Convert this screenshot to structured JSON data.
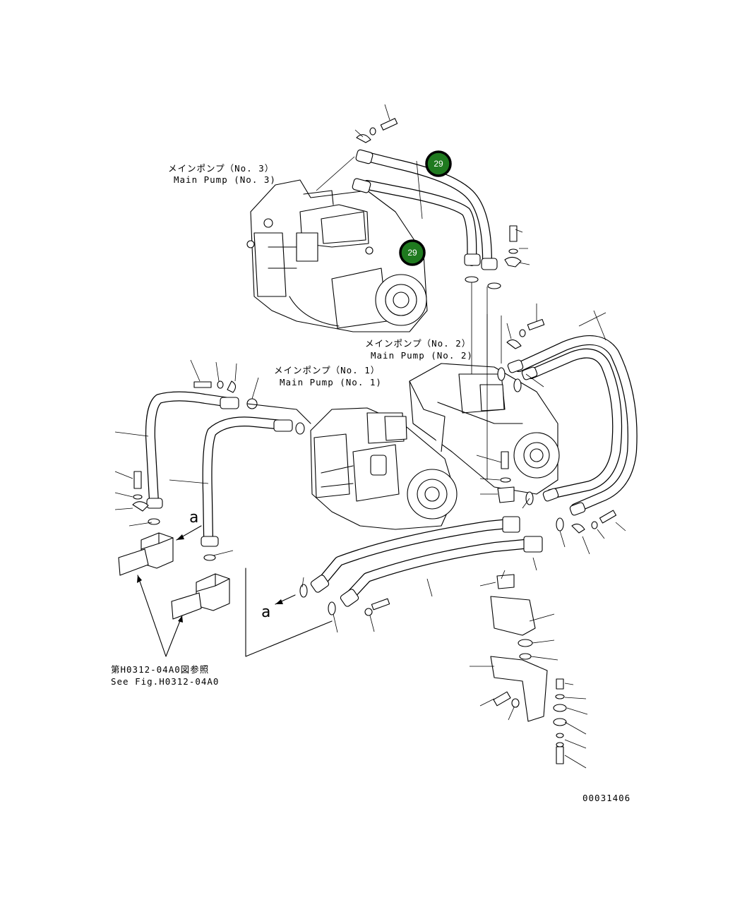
{
  "labels": {
    "pump3_jp": "メインポンプ（No. 3）",
    "pump3_en": "Main Pump (No. 3)",
    "pump2_jp": "メインポンプ（No. 2）",
    "pump2_en": "Main Pump (No. 2)",
    "pump1_jp": "メインポンプ（No. 1）",
    "pump1_en": "Main Pump (No. 1)",
    "ref_jp": "第H0312-04A0図参照",
    "ref_en": "See Fig.H0312-04A0",
    "view_marker": "a",
    "figure_number": "00031406"
  },
  "callouts": [
    {
      "number": "29",
      "color": "#1f7a1f"
    },
    {
      "number": "29",
      "color": "#1f7a1f"
    }
  ]
}
